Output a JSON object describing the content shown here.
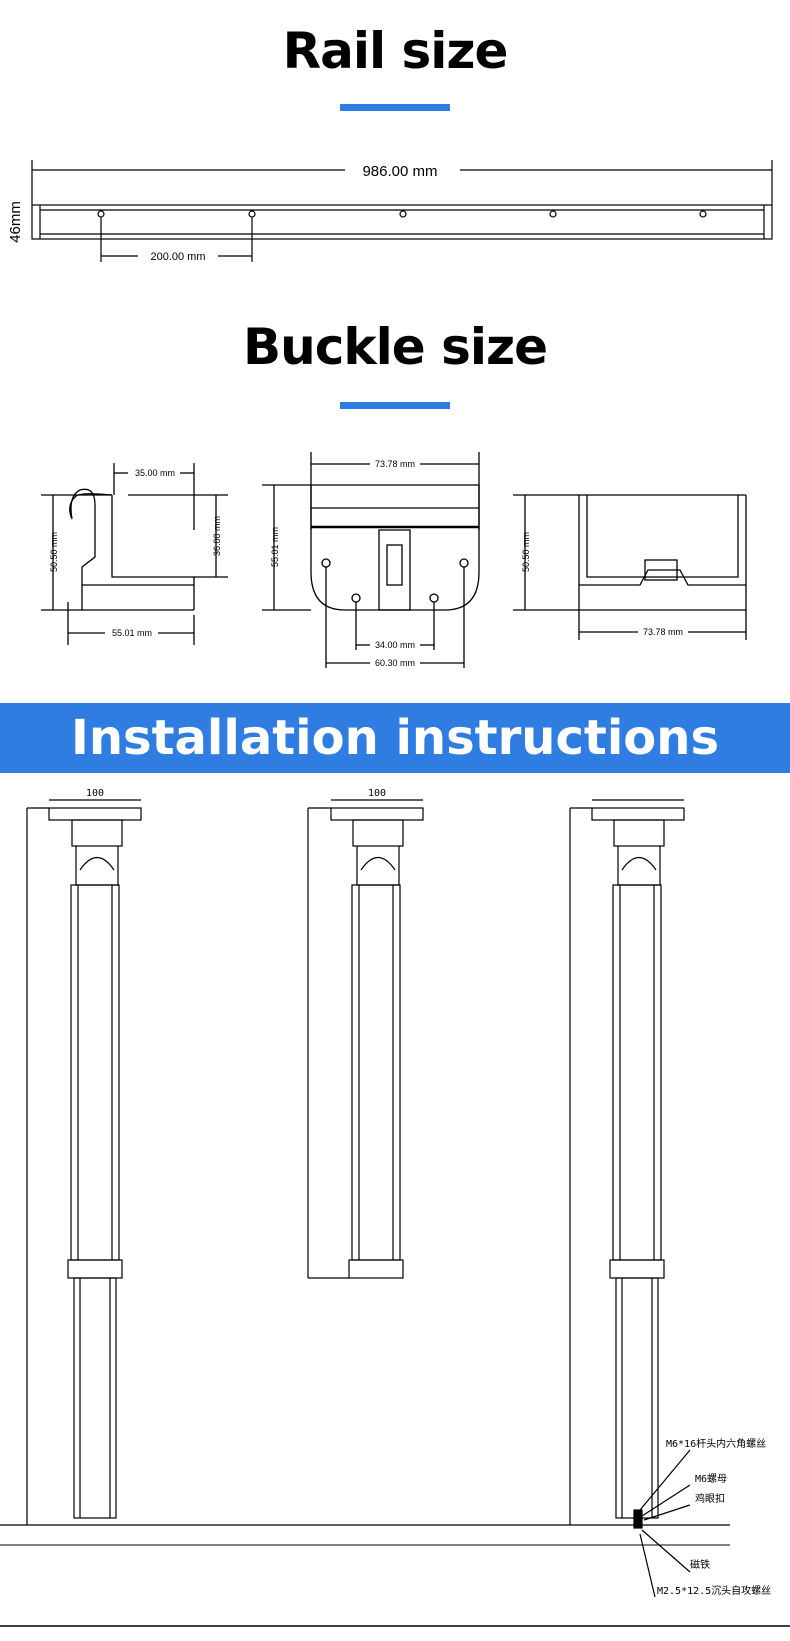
{
  "rail": {
    "title": "Rail size",
    "length": "986.00 mm",
    "height": "46mm",
    "spacing": "200.00 mm"
  },
  "buckle": {
    "title": "Buckle size",
    "side": {
      "top": "35.00 mm",
      "height": "50.50 mm",
      "inner_height": "36.00 mm",
      "bottom": "55.01 mm"
    },
    "front": {
      "width": "73.78 mm",
      "height": "55.01 mm",
      "inner_holes": "34.00 mm",
      "outer_holes": "60.30 mm"
    },
    "back": {
      "height": "50.50 mm",
      "width": "73.78 mm"
    }
  },
  "install": {
    "title": "Installation instructions",
    "plate_width": "100",
    "labels": [
      "M6*16杆头内六角螺丝",
      "M6螺母",
      "鸡眼扣",
      "磁铁",
      "M2.5*12.5沉头自攻螺丝"
    ]
  },
  "colors": {
    "accent": "#2f7de1"
  }
}
